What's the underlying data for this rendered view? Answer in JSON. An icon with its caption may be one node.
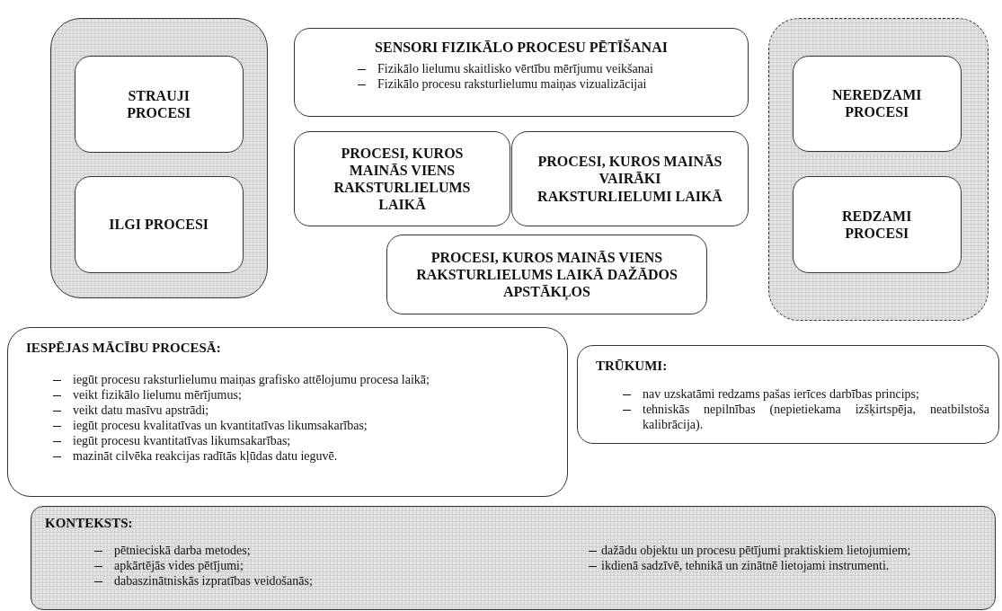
{
  "diagram": {
    "nodes": [
      {
        "text": [],
        "shape": "box"
      },
      {
        "text": [
          "STRAUJI PROCESI"
        ],
        "in": 0
      },
      {
        "text": [
          "ILGI PROCESI"
        ],
        "in": 0
      },
      {
        "text": [
          "SENSORI FIZIKĀLO PROCESU PĒTĪŠANAI",
          "Fizikālo lielumu skaitlisko vērtību mērījumu veikšanai",
          "Fizikālo procesu raksturlielumu maiņas vizualizācijai"
        ]
      },
      {
        "text": [
          "PROCESI, KUROS MAINĀS VIENS RAKSTURLIELUMS LAIKĀ"
        ]
      },
      {
        "text": [
          "PROCESI, KUROS MAINĀS VAIRĀKI RAKSTURLIELUMI LAIKĀ"
        ]
      },
      {
        "text": [
          "PROCESI, KUROS MAINĀS VIENS RAKSTURLIELUMS LAIKĀ DAŽĀDOS APSTĀKĻOS"
        ]
      },
      {
        "text": [],
        "shape": "box"
      },
      {
        "text": [
          "NEREDZAMI PROCESI"
        ],
        "in": 7
      },
      {
        "text": [
          "REDZAMI PROCESI"
        ],
        "in": 7
      },
      {
        "text": [
          "IESPĒJAS MĀCĪBU PROCESĀ:",
          "iegūt procesu raksturlielumu maiņas grafisko attēlojumu procesa laikā;",
          "veikt fizikālo lielumu mērījumus;",
          "veikt datu masīvu apstrādi;",
          "iegūt procesu kvalitatīvas un kvantitatīvas likumsakarības;",
          "iegūt procesu kvantitatīvas likumsakarības;",
          "mazināt cilvēka reakcijas radītās kļūdas datu ieguvē."
        ]
      },
      {
        "text": [
          "TRŪKUMI:",
          "nav uzskatāmi redzams pašas ierīces darbības princips;",
          "tehniskās nepilnības (nepietiekama izšķirtspēja, neatbilstoša kalibrācija)."
        ]
      },
      {
        "text": [
          "KONTEKSTS:",
          "pētnieciskā darba metodes;",
          "apkārtējās vides pētījumi;",
          "dabaszinātniskās izpratības veidošanās;",
          "dažādu objektu un procesu pētījumi praktiskiem lietojumiem;",
          "ikdienā sadzīvē, tehnikā un zinātnē lietojami instrumenti."
        ]
      }
    ]
  }
}
